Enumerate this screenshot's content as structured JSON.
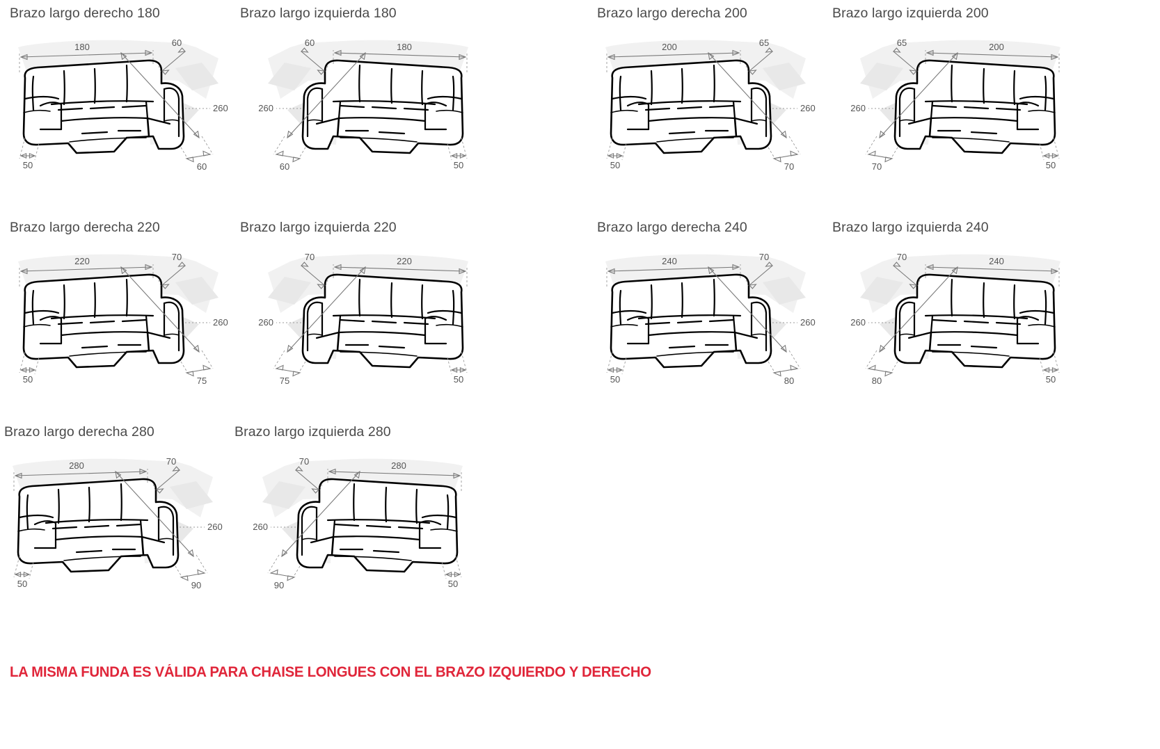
{
  "document": {
    "kind": "sofa-cover-size-chart",
    "background_color": "#ffffff"
  },
  "colors": {
    "title_text": "#4a4a4a",
    "dimension_text": "#555555",
    "banner_red": "#e0263a",
    "sofa_outline": "#000000",
    "cushion_fill": "#e2e2e2",
    "ghost_fill": "#f1f1f1"
  },
  "labels": {
    "depth_260": "260",
    "side_50": "50"
  },
  "panels": [
    {
      "title": "Brazo largo derecho 180",
      "orientation": "right",
      "width_label": "180",
      "arm_label": "60",
      "chaise_label": "60",
      "depth_label": "260",
      "side_label": "50"
    },
    {
      "title": "Brazo largo izquierda 180",
      "orientation": "left",
      "width_label": "180",
      "arm_label": "60",
      "chaise_label": "60",
      "depth_label": "260",
      "side_label": "50"
    },
    {
      "title": "Brazo largo derecha 200",
      "orientation": "right",
      "width_label": "200",
      "arm_label": "65",
      "chaise_label": "70",
      "depth_label": "260",
      "side_label": "50"
    },
    {
      "title": "Brazo largo izquierda 200",
      "orientation": "left",
      "width_label": "200",
      "arm_label": "65",
      "chaise_label": "70",
      "depth_label": "260",
      "side_label": "50"
    },
    {
      "title": "Brazo largo derecha 220",
      "orientation": "right",
      "width_label": "220",
      "arm_label": "70",
      "chaise_label": "75",
      "depth_label": "260",
      "side_label": "50"
    },
    {
      "title": "Brazo largo izquierda 220",
      "orientation": "left",
      "width_label": "220",
      "arm_label": "70",
      "chaise_label": "75",
      "depth_label": "260",
      "side_label": "50"
    },
    {
      "title": "Brazo largo derecha 240",
      "orientation": "right",
      "width_label": "240",
      "arm_label": "70",
      "chaise_label": "80",
      "depth_label": "260",
      "side_label": "50"
    },
    {
      "title": "Brazo largo izquierda 240",
      "orientation": "left",
      "width_label": "240",
      "arm_label": "70",
      "chaise_label": "80",
      "depth_label": "260",
      "side_label": "50"
    },
    {
      "title": "Brazo largo derecha 280",
      "orientation": "right",
      "width_label": "280",
      "arm_label": "70",
      "chaise_label": "90",
      "depth_label": "260",
      "side_label": "50"
    },
    {
      "title": "Brazo largo izquierda 280",
      "orientation": "left",
      "width_label": "280",
      "arm_label": "70",
      "chaise_label": "90",
      "depth_label": "260",
      "side_label": "50"
    }
  ],
  "banner": {
    "text": "LA MISMA FUNDA ES VÁLIDA PARA CHAISE LONGUES CON EL BRAZO IZQUIERDO Y DERECHO"
  }
}
